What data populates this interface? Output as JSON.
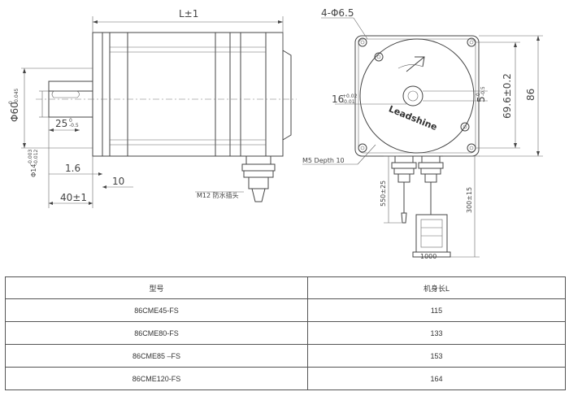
{
  "drawing": {
    "dim_length": "L±1",
    "dim_shaft_dia": "Φ60",
    "dim_shaft_dia_tol": "-0.045",
    "dim_shaft_dia_tol2": "0",
    "dim_key_length": "25",
    "dim_key_length_tol": "-0.5",
    "dim_key_length_tol2": "0",
    "dim_shaft14": "Φ14",
    "dim_shaft14_tol1": "-0.003",
    "dim_shaft14_tol2": "-0.012",
    "dim_1_6": "1.6",
    "dim_10": "10",
    "dim_40": "40±1",
    "connector_label": "M12 防水插头",
    "dim_holes": "4-Φ6.5",
    "dim_16": "16",
    "dim_16_tol1": "+0.02",
    "dim_16_tol2": "-0.01",
    "dim_5": "5",
    "dim_5_tol1": "0",
    "dim_5_tol2": "-0.5",
    "dim_69_6": "69.6±0.2",
    "dim_86": "86",
    "brand": "Leadshine",
    "depth_label": "M5 Depth 10",
    "dim_550": "550±25",
    "dim_300": "300±15",
    "dim_1000": "1000"
  },
  "table": {
    "headers": [
      "型号",
      "机身长L"
    ],
    "rows": [
      [
        "86CME45-FS",
        "115"
      ],
      [
        "86CME80-FS",
        "133"
      ],
      [
        "86CME85 –FS",
        "153"
      ],
      [
        "86CME120-FS",
        "164"
      ]
    ]
  }
}
